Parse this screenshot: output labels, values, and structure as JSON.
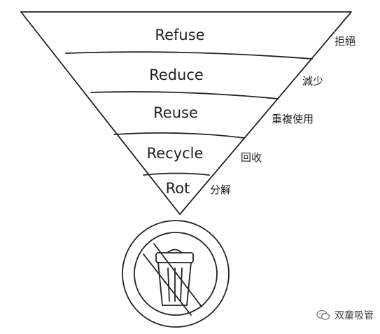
{
  "pyramid": {
    "levels": [
      {
        "label": "Refuse",
        "cn": "拒絕"
      },
      {
        "label": "Reduce",
        "cn": "減少"
      },
      {
        "label": "Reuse",
        "cn": "重複使用"
      },
      {
        "label": "Recycle",
        "cn": "回收"
      },
      {
        "label": "Rot",
        "cn": "分解"
      }
    ]
  },
  "icon": {
    "name": "no-trash-icon"
  },
  "watermark": {
    "text": "双童吸管",
    "icon": "wechat-icon"
  }
}
